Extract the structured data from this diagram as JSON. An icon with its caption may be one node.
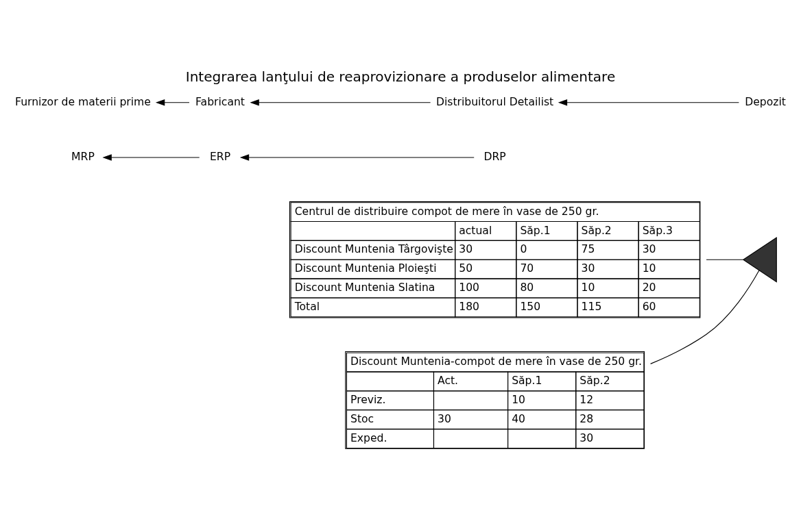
{
  "diagram": {
    "title": "Integrarea lanţului de reaprovizionare a produselor alimentare",
    "nodes": [
      {
        "text": [
          "Furnizor de materii prime"
        ]
      },
      {
        "text": [
          "Fabricant"
        ]
      },
      {
        "text": [
          "Distribuitorul Detailist"
        ]
      },
      {
        "text": [
          "Depozit"
        ]
      },
      {
        "text": [
          "MRP"
        ]
      },
      {
        "text": [
          "ERP"
        ]
      },
      {
        "text": [
          "DRP"
        ]
      },
      {
        "text": [],
        "shape": "triangle"
      },
      {
        "text": [
          "Centrul de distribuire compot de mere în vase de 250 gr."
        ]
      },
      {
        "text": [
          "Discount Muntenia-compot de mere în vase de 250 gr."
        ]
      }
    ],
    "edges": [
      {
        "from": 1,
        "to": 0,
        "arrow": "to"
      },
      {
        "from": 2,
        "to": 1,
        "arrow": "to"
      },
      {
        "from": 3,
        "to": 2,
        "arrow": "to"
      },
      {
        "from": 5,
        "to": 4,
        "arrow": "to"
      },
      {
        "from": 6,
        "to": 5,
        "arrow": "to"
      },
      {
        "from": 7,
        "to": 8,
        "arrow": "none"
      },
      {
        "from": 7,
        "to": 9,
        "arrow": "none"
      }
    ],
    "labels": [
      "actual",
      "Săp.1",
      "Săp.2",
      "Săp.3",
      "Discount Muntenia Târgovişte",
      "30",
      "0",
      "75",
      "30",
      "Discount Muntenia Ploieşti",
      "50",
      "70",
      "30",
      "10",
      "Discount Muntenia Slatina",
      "100",
      "80",
      "10",
      "20",
      "Total",
      "180",
      "150",
      "115",
      "60",
      "Act.",
      "Săp.1",
      "Săp.2",
      "Previz.",
      "10",
      "12",
      "Stoc",
      "30",
      "40",
      "28",
      "Exped.",
      "30"
    ]
  }
}
